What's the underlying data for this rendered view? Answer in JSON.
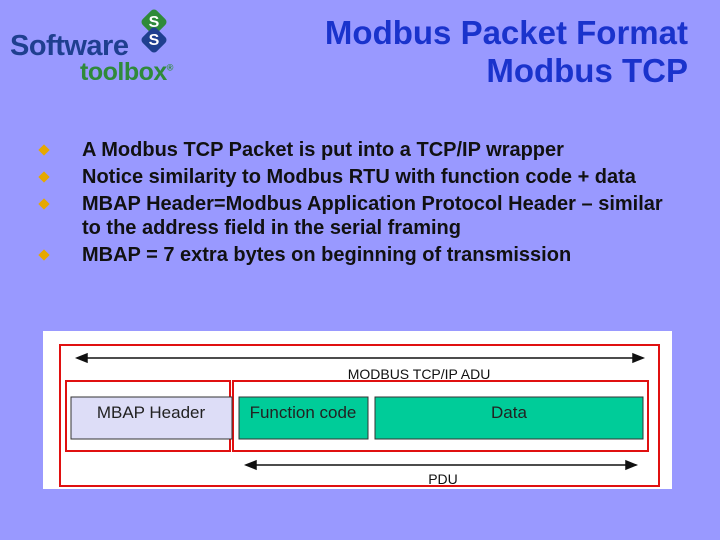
{
  "logo": {
    "line1": "Software",
    "line2": "toolbox",
    "registered": "®"
  },
  "title": {
    "line1": "Modbus Packet Format",
    "line2": "Modbus TCP"
  },
  "bullets": [
    "A Modbus TCP Packet is put into a TCP/IP wrapper",
    "Notice similarity to Modbus RTU with function code + data",
    "MBAP Header=Modbus Application Protocol Header – similar to the address field in the serial framing",
    "MBAP = 7 extra bytes on beginning of transmission"
  ],
  "diagram": {
    "adu_label": "MODBUS TCP/IP ADU",
    "pdu_label": "PDU",
    "fields": {
      "mbap": "MBAP Header",
      "function_code": "Function code",
      "data": "Data"
    },
    "colors": {
      "mbap_fill": "#ddddf7",
      "green_fill": "#00cc99",
      "outline_red": "#e01010"
    }
  }
}
